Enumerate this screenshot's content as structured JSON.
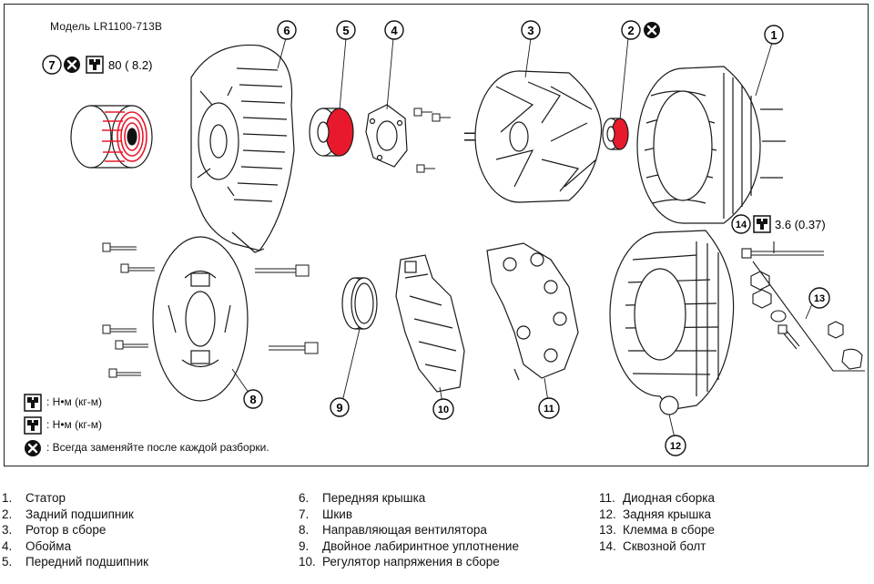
{
  "model": "Модель LR1100-713B",
  "torque_pulley": "80 ( 8.2)",
  "torque_bolt": "3.6 (0.37)",
  "callouts": [
    "1",
    "2",
    "3",
    "4",
    "5",
    "6",
    "7",
    "8",
    "9",
    "10",
    "11",
    "12",
    "13",
    "14"
  ],
  "legend": {
    "torque1": ": Н•м (кг-м)",
    "torque2": ": Н•м (кг-м)",
    "replace": ": Всегда заменяйте после каждой разборки."
  },
  "parts": [
    {
      "num": "1.",
      "label": "Статор"
    },
    {
      "num": "2.",
      "label": "Задний подшипник"
    },
    {
      "num": "3.",
      "label": "Ротор в сборе"
    },
    {
      "num": "4.",
      "label": "Обойма"
    },
    {
      "num": "5.",
      "label": "Передний подшипник"
    },
    {
      "num": "6.",
      "label": "Передняя крышка"
    },
    {
      "num": "7.",
      "label": "Шкив"
    },
    {
      "num": "8.",
      "label": "Направляющая вентилятора"
    },
    {
      "num": "9.",
      "label": "Двойное лабиринтное уплотнение"
    },
    {
      "num": "10.",
      "label": "Регулятор напряжения в сборе"
    },
    {
      "num": "11.",
      "label": "Диодная сборка"
    },
    {
      "num": "12.",
      "label": "Задняя крышка"
    },
    {
      "num": "13.",
      "label": "Клемма в сборе"
    },
    {
      "num": "14.",
      "label": "Сквозной болт"
    }
  ],
  "colors": {
    "accent": "#e8192c",
    "line": "#1a1a1a"
  }
}
